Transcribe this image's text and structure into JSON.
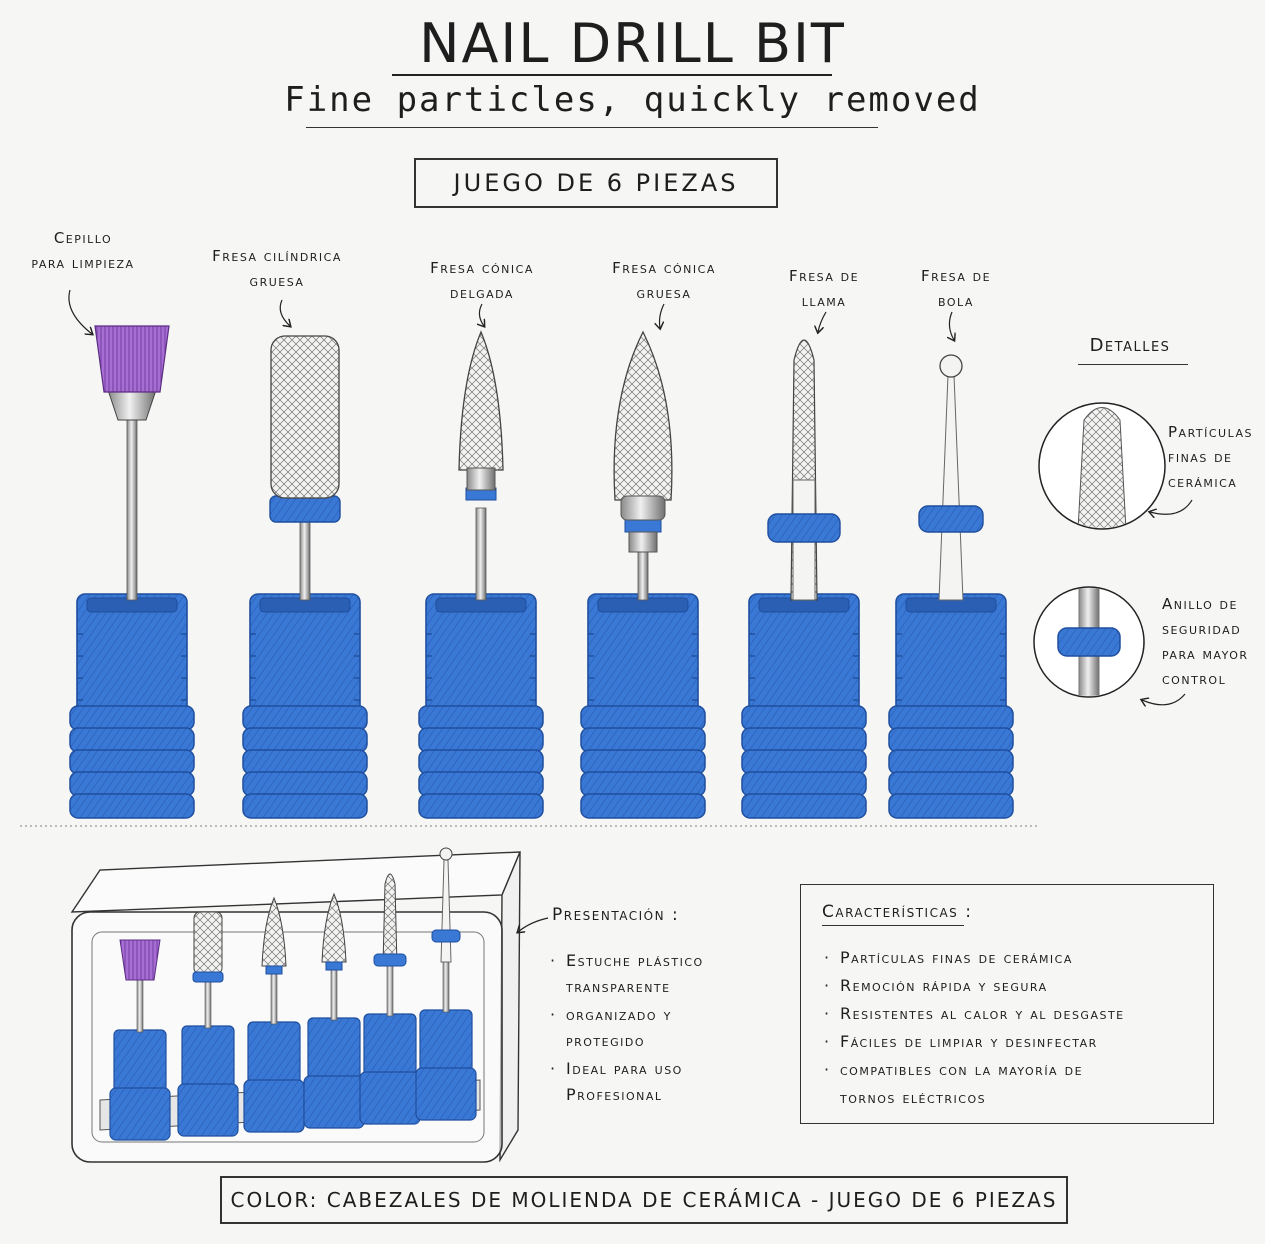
{
  "header": {
    "title": "NAIL DRILL BIT",
    "subtitle": "Fine particles, quickly removed",
    "set_label": "JUEGO DE 6 PIEZAS"
  },
  "bits": [
    {
      "line1": "Cepillo",
      "line2": "para limpieza"
    },
    {
      "line1": "Fresa cilíndrica",
      "line2": "gruesa"
    },
    {
      "line1": "Fresa cónica",
      "line2": "delgada"
    },
    {
      "line1": "Fresa cónica",
      "line2": "gruesa"
    },
    {
      "line1": "Fresa de",
      "line2": "llama"
    },
    {
      "line1": "Fresa de",
      "line2": "bola"
    }
  ],
  "details": {
    "heading": "Detalles",
    "particles": [
      "Partículas",
      "finas de",
      "cerámica"
    ],
    "ring": [
      "Anillo de",
      "seguridad",
      "para mayor",
      "control"
    ]
  },
  "presentation": {
    "heading": "Presentación :",
    "items": [
      [
        "Estuche plástico",
        "transparente"
      ],
      [
        "organizado y",
        "protegido"
      ],
      [
        "Ideal para uso",
        "Profesional"
      ]
    ]
  },
  "features": {
    "heading": "Características :",
    "items": [
      [
        "Partículas finas de cerámica"
      ],
      [
        "Remoción rápida y segura"
      ],
      [
        "Resistentes al calor y al desgaste"
      ],
      [
        "Fáciles de limpiar y desinfectar"
      ],
      [
        "compatibles con la mayoría de",
        "tornos eléctricos"
      ]
    ]
  },
  "footer": "COLOR: CABEZALES DE MOLIENDA DE CERÁMICA - JUEGO DE 6 PIEZAS",
  "colors": {
    "holder_blue": "#3a78d6",
    "holder_dark": "#1f4f9e",
    "brush_purple": "#9b5cc9",
    "ink": "#1e1e1e",
    "ceramic": "#f2f2f0",
    "paper": "#f6f6f4"
  }
}
